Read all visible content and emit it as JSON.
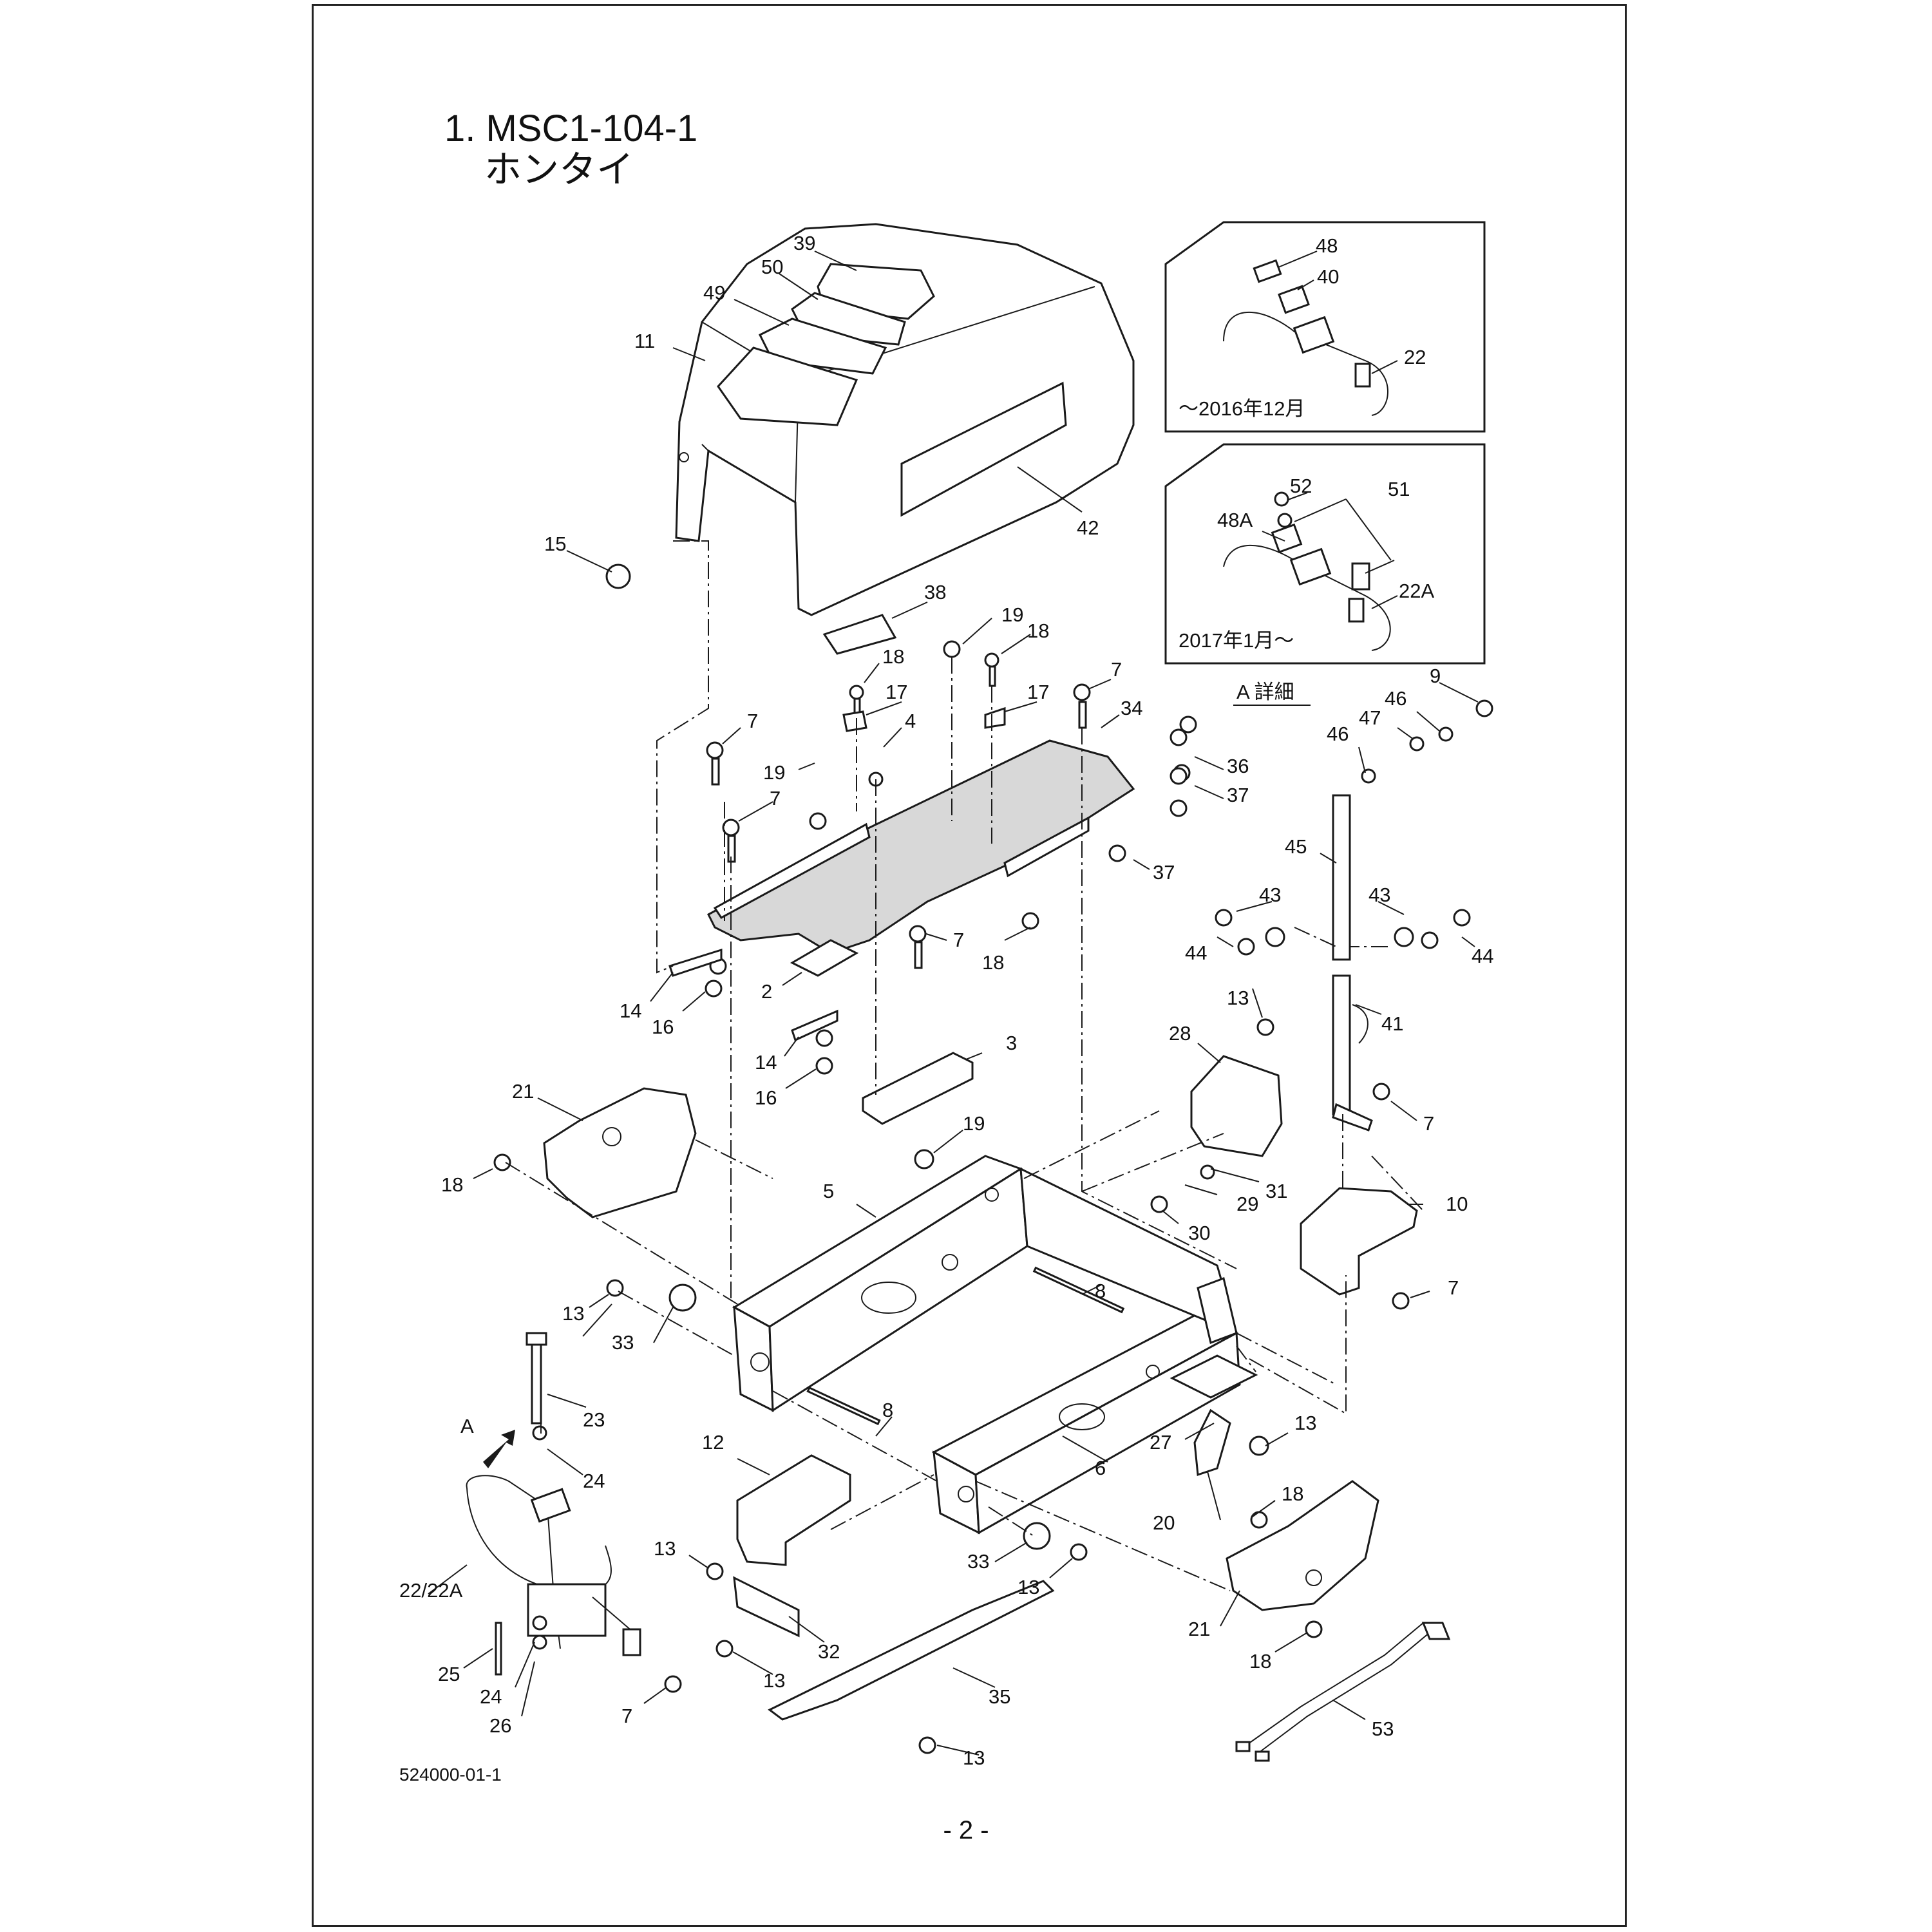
{
  "header": {
    "title_line1": "1. MSC1-104-1",
    "title_line2": "ホンタイ"
  },
  "detail_a": {
    "caption": "A 詳細",
    "top_period": "～2016年12月",
    "bottom_period": "2017年1月～"
  },
  "callouts": [
    {
      "id": "c39",
      "text": "39"
    },
    {
      "id": "c50",
      "text": "50"
    },
    {
      "id": "c49",
      "text": "49"
    },
    {
      "id": "c11",
      "text": "11"
    },
    {
      "id": "c42",
      "text": "42"
    },
    {
      "id": "c15",
      "text": "15"
    },
    {
      "id": "c38",
      "text": "38"
    },
    {
      "id": "c19a",
      "text": "19"
    },
    {
      "id": "c18a",
      "text": "18"
    },
    {
      "id": "c18b",
      "text": "18"
    },
    {
      "id": "c17a",
      "text": "17"
    },
    {
      "id": "c17b",
      "text": "17"
    },
    {
      "id": "c7a",
      "text": "7"
    },
    {
      "id": "c34",
      "text": "34"
    },
    {
      "id": "c36",
      "text": "36"
    },
    {
      "id": "c37a",
      "text": "37"
    },
    {
      "id": "c7b",
      "text": "7"
    },
    {
      "id": "c4",
      "text": "4"
    },
    {
      "id": "c19b",
      "text": "19"
    },
    {
      "id": "c7c",
      "text": "7"
    },
    {
      "id": "c37b",
      "text": "37"
    },
    {
      "id": "c18c",
      "text": "18"
    },
    {
      "id": "c7d",
      "text": "7"
    },
    {
      "id": "c2",
      "text": "2"
    },
    {
      "id": "c14a",
      "text": "14"
    },
    {
      "id": "c16a",
      "text": "16"
    },
    {
      "id": "c14b",
      "text": "14"
    },
    {
      "id": "c16b",
      "text": "16"
    },
    {
      "id": "c3",
      "text": "3"
    },
    {
      "id": "c21a",
      "text": "21"
    },
    {
      "id": "c18d",
      "text": "18"
    },
    {
      "id": "c19c",
      "text": "19"
    },
    {
      "id": "c5",
      "text": "5"
    },
    {
      "id": "c13a",
      "text": "13"
    },
    {
      "id": "c28",
      "text": "28"
    },
    {
      "id": "c31",
      "text": "31"
    },
    {
      "id": "c29",
      "text": "29"
    },
    {
      "id": "c30",
      "text": "30"
    },
    {
      "id": "c10",
      "text": "10"
    },
    {
      "id": "c7e",
      "text": "7"
    },
    {
      "id": "c9",
      "text": "9"
    },
    {
      "id": "c46a",
      "text": "46"
    },
    {
      "id": "c47",
      "text": "47"
    },
    {
      "id": "c46b",
      "text": "46"
    },
    {
      "id": "c45",
      "text": "45"
    },
    {
      "id": "c43a",
      "text": "43"
    },
    {
      "id": "c43b",
      "text": "43"
    },
    {
      "id": "c44a",
      "text": "44"
    },
    {
      "id": "c44b",
      "text": "44"
    },
    {
      "id": "c41",
      "text": "41"
    },
    {
      "id": "c7f",
      "text": "7"
    },
    {
      "id": "c13b",
      "text": "13"
    },
    {
      "id": "c33a",
      "text": "33"
    },
    {
      "id": "c8a",
      "text": "8"
    },
    {
      "id": "c23",
      "text": "23"
    },
    {
      "id": "cA",
      "text": "A"
    },
    {
      "id": "c24a",
      "text": "24"
    },
    {
      "id": "c8b",
      "text": "8"
    },
    {
      "id": "c12",
      "text": "12"
    },
    {
      "id": "c6",
      "text": "6"
    },
    {
      "id": "c27",
      "text": "27"
    },
    {
      "id": "c13c",
      "text": "13"
    },
    {
      "id": "c18e",
      "text": "18"
    },
    {
      "id": "c20",
      "text": "20"
    },
    {
      "id": "c22",
      "text": "22/22A"
    },
    {
      "id": "c13d",
      "text": "13"
    },
    {
      "id": "c33b",
      "text": "33"
    },
    {
      "id": "c13e",
      "text": "13"
    },
    {
      "id": "c21b",
      "text": "21"
    },
    {
      "id": "c25",
      "text": "25"
    },
    {
      "id": "c24b",
      "text": "24"
    },
    {
      "id": "c26",
      "text": "26"
    },
    {
      "id": "c7g",
      "text": "7"
    },
    {
      "id": "c32",
      "text": "32"
    },
    {
      "id": "c13f",
      "text": "13"
    },
    {
      "id": "c35",
      "text": "35"
    },
    {
      "id": "c13g",
      "text": "13"
    },
    {
      "id": "c18f",
      "text": "18"
    },
    {
      "id": "c53",
      "text": "53"
    },
    {
      "id": "d48",
      "text": "48"
    },
    {
      "id": "d40",
      "text": "40"
    },
    {
      "id": "d22",
      "text": "22"
    },
    {
      "id": "d52",
      "text": "52"
    },
    {
      "id": "d51",
      "text": "51"
    },
    {
      "id": "d48A",
      "text": "48A"
    },
    {
      "id": "d22A",
      "text": "22A"
    }
  ],
  "footer": {
    "doc_code": "524000-01-1",
    "page_number": "- 2 -"
  }
}
